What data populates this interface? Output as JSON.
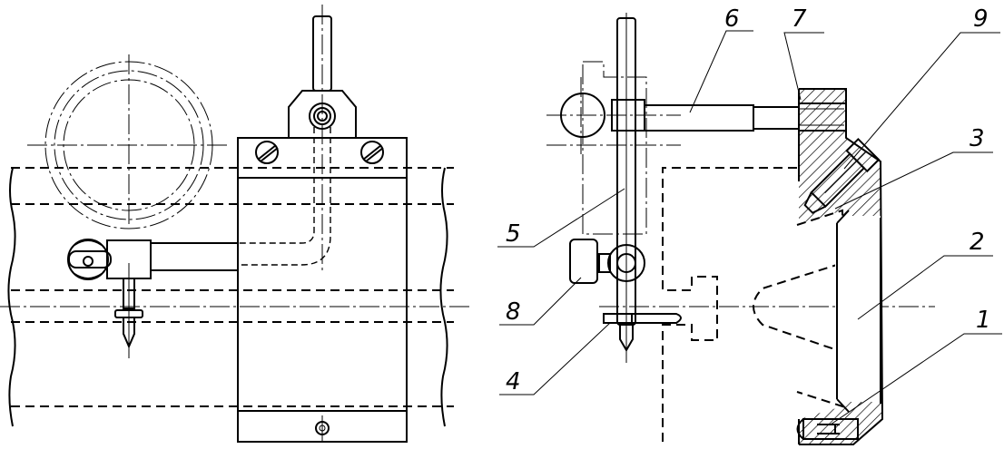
{
  "callouts": [
    {
      "id": "1",
      "text": "1"
    },
    {
      "id": "2",
      "text": "2"
    },
    {
      "id": "3",
      "text": "3"
    },
    {
      "id": "4",
      "text": "4"
    },
    {
      "id": "5",
      "text": "5"
    },
    {
      "id": "6",
      "text": "6"
    },
    {
      "id": "7",
      "text": "7"
    },
    {
      "id": "8",
      "text": "8"
    },
    {
      "id": "9",
      "text": "9"
    }
  ],
  "colors": {
    "line": "#000000",
    "background": "#ffffff",
    "hatch": "#000000"
  }
}
